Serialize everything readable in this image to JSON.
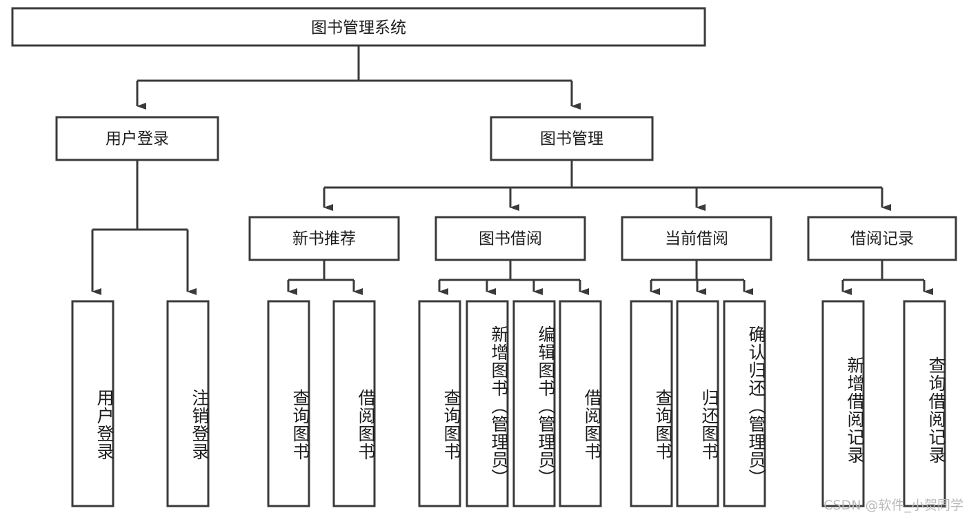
{
  "diagram": {
    "type": "tree",
    "title": "图书管理系统",
    "orientation": "top-down",
    "colors": {
      "box_stroke": "#3a3a3a",
      "box_fill": "#ffffff",
      "text": "#1c1c1c",
      "connector": "#3a3a3a",
      "watermark": "#b9b9b9",
      "background": "#ffffff"
    },
    "root": {
      "label": "图书管理系统"
    },
    "level2": [
      {
        "id": "user-login",
        "label": "用户登录"
      },
      {
        "id": "book-management",
        "label": "图书管理"
      }
    ],
    "level3": [
      {
        "id": "new-book-recommend",
        "label": "新书推荐",
        "parent": "book-management"
      },
      {
        "id": "book-borrow",
        "label": "图书借阅",
        "parent": "book-management"
      },
      {
        "id": "current-borrow",
        "label": "当前借阅",
        "parent": "book-management"
      },
      {
        "id": "borrow-record",
        "label": "借阅记录",
        "parent": "book-management"
      }
    ],
    "leaves": [
      {
        "id": "leaf-user-login",
        "label": "用户登录",
        "parent": "user-login"
      },
      {
        "id": "leaf-logout-login",
        "label": "注销登录",
        "parent": "user-login"
      },
      {
        "id": "leaf-query-book-1",
        "label": "查询图书",
        "parent": "new-book-recommend"
      },
      {
        "id": "leaf-borrow-book-1",
        "label": "借阅图书",
        "parent": "new-book-recommend"
      },
      {
        "id": "leaf-query-book-2",
        "label": "查询图书",
        "parent": "book-borrow"
      },
      {
        "id": "leaf-add-book",
        "label": "新增图书（管理员）",
        "parent": "book-borrow"
      },
      {
        "id": "leaf-edit-book",
        "label": "编辑图书（管理员）",
        "parent": "book-borrow"
      },
      {
        "id": "leaf-borrow-book-2",
        "label": "借阅图书",
        "parent": "book-borrow"
      },
      {
        "id": "leaf-query-book-3",
        "label": "查询图书",
        "parent": "current-borrow"
      },
      {
        "id": "leaf-return-book",
        "label": "归还图书",
        "parent": "current-borrow"
      },
      {
        "id": "leaf-confirm-return",
        "label": "确认归还（管理员）",
        "parent": "current-borrow"
      },
      {
        "id": "leaf-add-record",
        "label": "新增借阅记录",
        "parent": "borrow-record"
      },
      {
        "id": "leaf-query-record",
        "label": "查询借阅记录",
        "parent": "borrow-record"
      }
    ]
  },
  "watermark": {
    "text": "CSDN @软件_小贺同学"
  }
}
